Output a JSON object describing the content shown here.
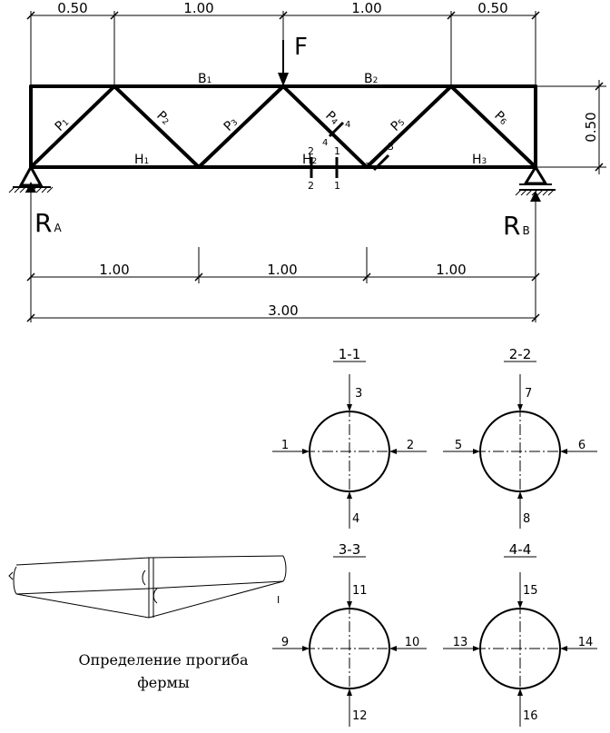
{
  "truss": {
    "top_dims": [
      "0.50",
      "1.00",
      "1.00",
      "0.50"
    ],
    "height_dim": "0.50",
    "bottom_dims": [
      "1.00",
      "1.00",
      "1.00"
    ],
    "total_dim": "3.00",
    "force": "F",
    "reaction_a": "R",
    "reaction_a_sub": "A",
    "reaction_b": "R",
    "reaction_b_sub": "B",
    "top_chords": [
      {
        "name": "B",
        "sub": "1"
      },
      {
        "name": "B",
        "sub": "2"
      }
    ],
    "bottom_chords": [
      {
        "name": "H",
        "sub": "1"
      },
      {
        "name": "H",
        "sub": "2"
      },
      {
        "name": "H",
        "sub": "3"
      }
    ],
    "diagonals": [
      {
        "name": "P",
        "sub": "1"
      },
      {
        "name": "P",
        "sub": "2"
      },
      {
        "name": "P",
        "sub": "3"
      },
      {
        "name": "P",
        "sub": "4"
      },
      {
        "name": "P",
        "sub": "5"
      },
      {
        "name": "P",
        "sub": "6"
      }
    ],
    "section_marks": [
      "1",
      "1",
      "2",
      "2",
      "3",
      "3",
      "4",
      "4"
    ]
  },
  "sections": [
    {
      "title": "1-1",
      "points": [
        "1",
        "2",
        "3",
        "4"
      ]
    },
    {
      "title": "2-2",
      "points": [
        "5",
        "6",
        "7",
        "8"
      ]
    },
    {
      "title": "3-3",
      "points": [
        "9",
        "10",
        "11",
        "12"
      ]
    },
    {
      "title": "4-4",
      "points": [
        "13",
        "14",
        "15",
        "16"
      ]
    }
  ],
  "deflection": {
    "caption_line1": "Определение прогиба",
    "caption_line2": "фермы",
    "mark": "I"
  }
}
